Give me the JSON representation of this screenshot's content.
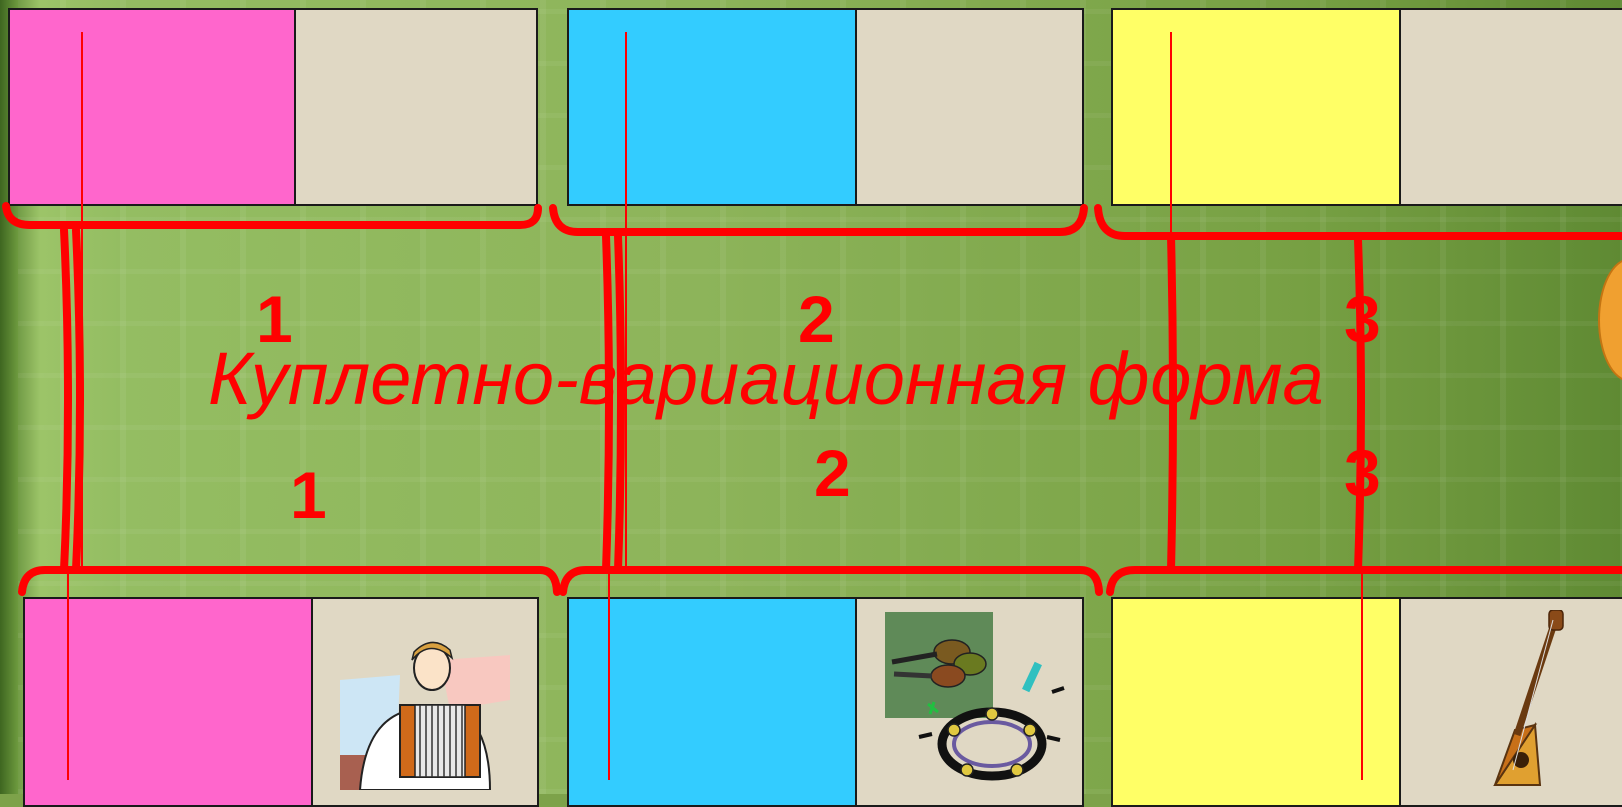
{
  "slide": {
    "title": "Куплетно-вариационная форма",
    "top_numbers": [
      "1",
      "2",
      "3"
    ],
    "bottom_numbers": [
      "1",
      "2",
      "3"
    ]
  },
  "colors": {
    "pink": "#ff66cc",
    "cyan": "#33ccff",
    "yellow": "#ffff66",
    "beige": "#e0d8c4",
    "bracket_red": "#ff0000",
    "background_green": "#8db45a"
  },
  "images": {
    "accordion_player": "accordion-player-clipart",
    "percussion": "spoons-and-tambourine-clipart",
    "balalaika": "balalaika-clipart"
  }
}
